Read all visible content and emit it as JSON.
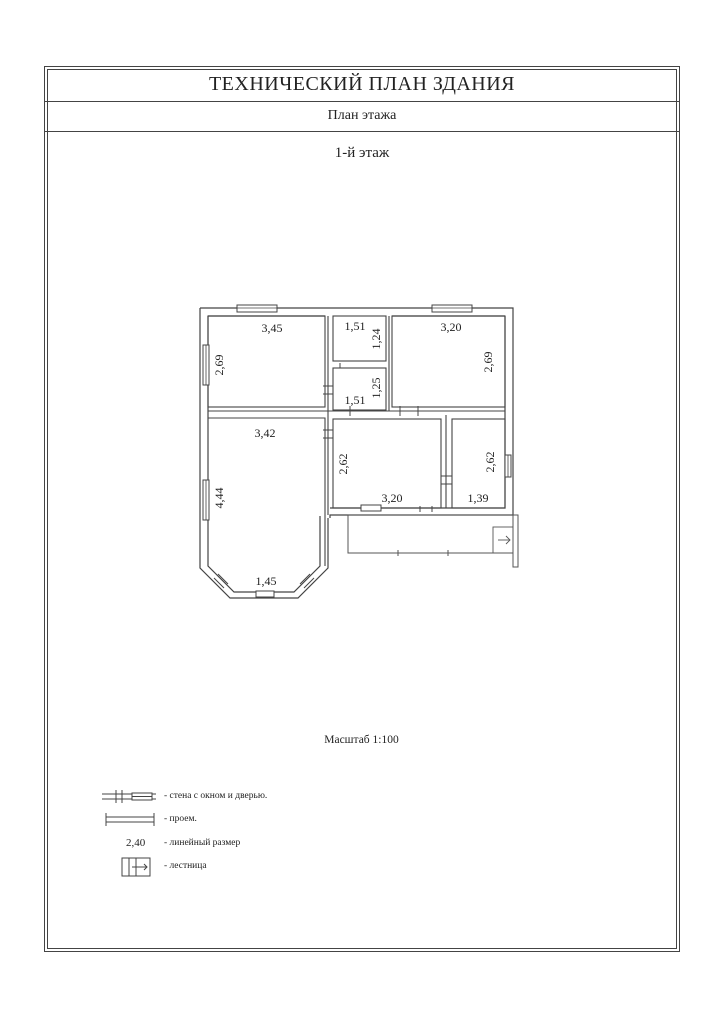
{
  "header": {
    "title": "ТЕХНИЧЕСКИЙ ПЛАН ЗДАНИЯ",
    "subtitle": "План этажа"
  },
  "plan": {
    "floor_label": "1-й этаж",
    "dimensions": {
      "room_nw_width": "3,45",
      "room_nw_height": "2,69",
      "small_top_width": "1,51",
      "small_top_height": "1,24",
      "small_bottom_width": "1,51",
      "small_bottom_height": "1,25",
      "room_ne_width": "3,20",
      "room_ne_height": "2,69",
      "room_sw_width": "3,42",
      "room_sw_height": "4,44",
      "room_sw_bay": "1,45",
      "hall_height": "2,62",
      "hall_width": "3,20",
      "room_e_height": "2,62",
      "room_e_width": "1,39"
    },
    "scale": "Масштаб 1:100"
  },
  "legend": {
    "wall_window_door": "- стена с окном и дверью.",
    "opening": "- проем.",
    "dimension_sample": "2,40",
    "dimension_desc": "- линейный размер",
    "stairs": "- лестница"
  }
}
